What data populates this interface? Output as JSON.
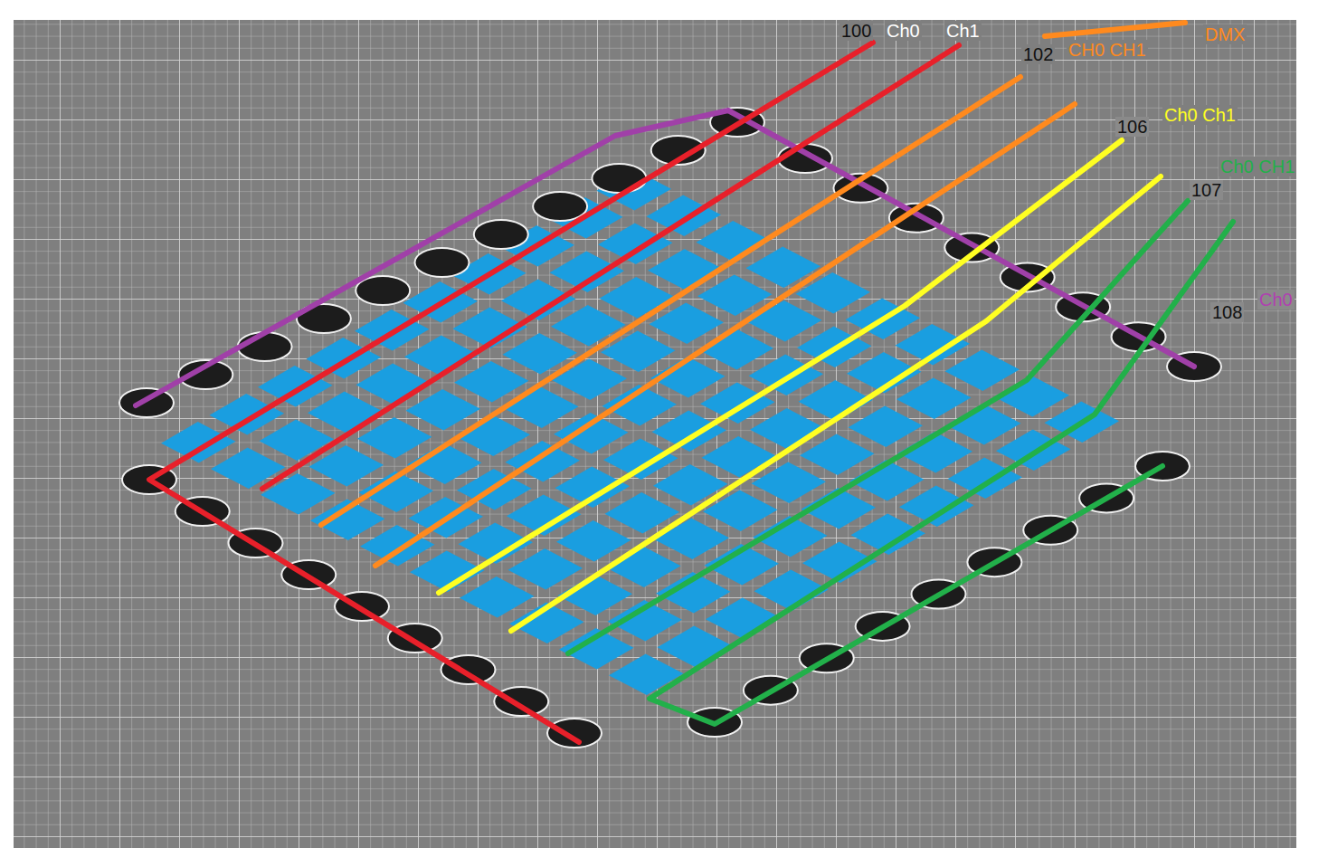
{
  "diagram": {
    "labels": [
      "100",
      "Ch0",
      "Ch1",
      "102",
      "CH0 CH1",
      "DMX",
      "106",
      "Ch0 Ch1",
      "Ch0 CH1",
      "107",
      "108",
      "Ch0"
    ]
  }
}
